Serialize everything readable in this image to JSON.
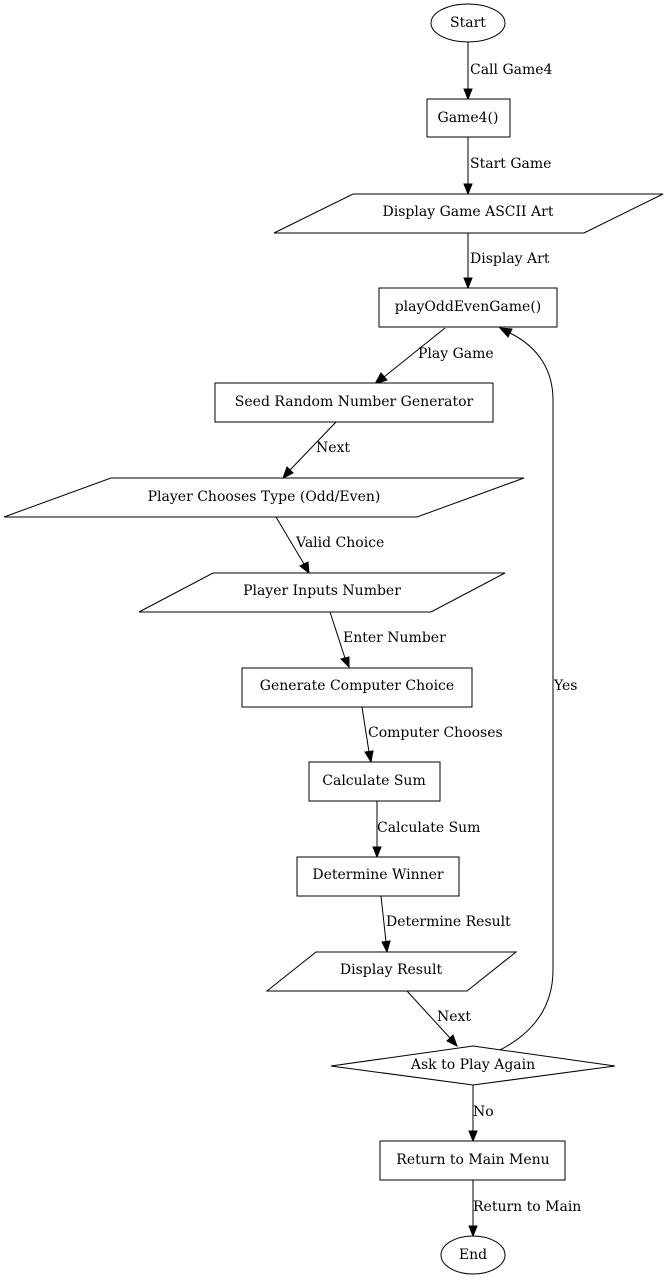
{
  "nodes": {
    "start": "Start",
    "game4": "Game4()",
    "display_ascii": "Display Game ASCII Art",
    "play_odd_even": "playOddEvenGame()",
    "seed_rng": "Seed Random Number Generator",
    "choose_type": "Player Chooses Type (Odd/Even)",
    "input_number": "Player Inputs Number",
    "computer_choice": "Generate Computer Choice",
    "calc_sum": "Calculate Sum",
    "determine_winner": "Determine Winner",
    "display_result": "Display Result",
    "ask_again": "Ask to Play Again",
    "return_menu": "Return to Main Menu",
    "end": "End"
  },
  "edges": {
    "call_game4": "Call Game4",
    "start_game": "Start Game",
    "display_art": "Display Art",
    "play_game": "Play Game",
    "next_1": "Next",
    "valid_choice": "Valid Choice",
    "enter_number": "Enter Number",
    "computer_chooses": "Computer Chooses",
    "calculate_sum": "Calculate Sum",
    "determine_result": "Determine Result",
    "next_2": "Next",
    "yes": "Yes",
    "no": "No",
    "return_to_main": "Return to Main"
  }
}
